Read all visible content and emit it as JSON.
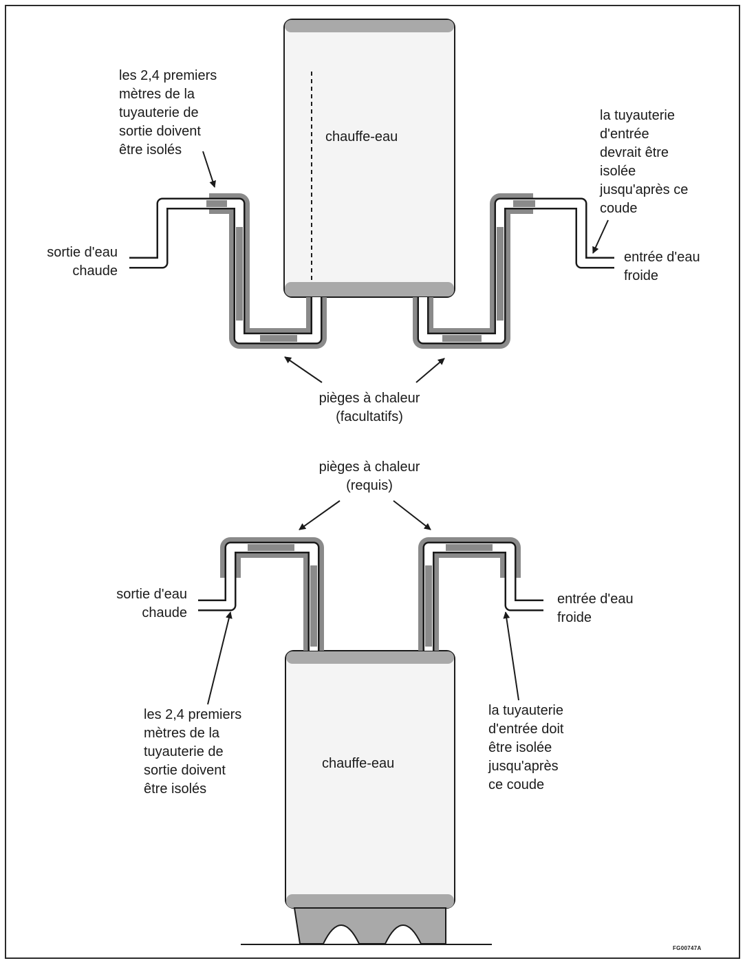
{
  "top": {
    "heater_label": "chauffe-eau",
    "outlet_insulation_note": "les 2,4 premiers\nmètres de la\ntuyauterie de\nsortie doivent\nêtre isolés",
    "inlet_insulation_note": "la tuyauterie\nd'entrée\ndevrait être\nisolée\njusqu'après ce\ncoude",
    "hot_outlet_label": "sortie d'eau\nchaude",
    "cold_inlet_label": "entrée d'eau\nfroide",
    "heat_traps_label": "pièges à chaleur\n(facultatifs)"
  },
  "bottom": {
    "heat_traps_label": "pièges à chaleur\n(requis)",
    "hot_outlet_label": "sortie d'eau\nchaude",
    "cold_inlet_label": "entrée d'eau\nfroide",
    "outlet_insulation_note": "les 2,4 premiers\nmètres de la\ntuyauterie de\nsortie doivent\nêtre isolés",
    "inlet_insulation_note": "la tuyauterie\nd'entrée doit\nêtre isolée\njusqu'après\nce coude",
    "heater_label": "chauffe-eau"
  },
  "figure_ref": "FG00747A",
  "colors": {
    "line": "#1a1a1a",
    "tank_body": "#f4f4f4",
    "tank_band": "#a9a9a9",
    "insulation": "#8a8a8a",
    "pipe_fill": "#ffffff"
  }
}
